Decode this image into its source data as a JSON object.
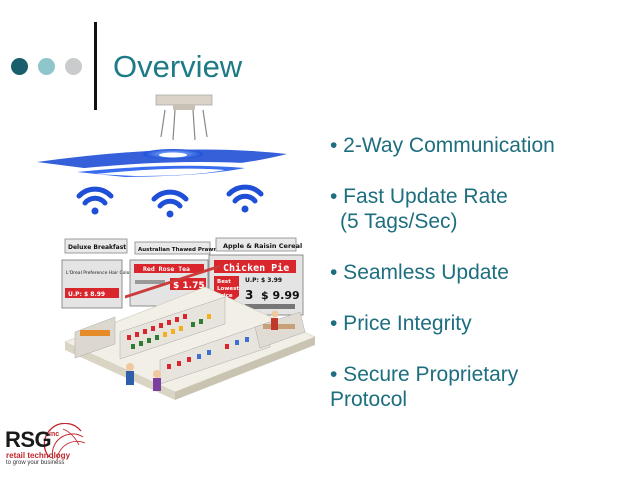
{
  "slide": {
    "title": "Overview",
    "bullets": [
      {
        "line1": "• 2-Way Communication",
        "line2": ""
      },
      {
        "line1": "• Fast Update Rate",
        "line2": "(5 Tags/Sec)"
      },
      {
        "line1": "• Seamless Update",
        "line2": ""
      },
      {
        "line1": "• Price Integrity",
        "line2": ""
      },
      {
        "line1": "• Secure Proprietary",
        "line2": "Protocol"
      }
    ]
  },
  "tags": {
    "tag1_header": "Deluxe Breakfast",
    "tag2_header": "Australian Thawed Prawns",
    "tag3_header": "Apple & Raisin Cereal",
    "tag4_name": "L'Oreal Preference Hair Color",
    "tag4_price": "U.P: $ 8.99",
    "tag5_name": "Red Rose Tea",
    "tag5_price": "$ 1.75",
    "tag6_name": "Chicken Pie",
    "tag6_up": "U.P: $ 3.99",
    "tag6_badge1": "Best",
    "tag6_badge2": "Lowest",
    "tag6_badge3": "Price",
    "tag6_deal": "3",
    "tag6_price": "$ 9.99"
  },
  "logo": {
    "main": "RSG",
    "inc": "inc",
    "sub1": "retail technology",
    "sub2": "to grow your business"
  },
  "colors": {
    "accent": "#1d7a86",
    "dot1": "#1b5e6b",
    "dot2": "#8fc6cc",
    "dot3": "#c9cbcc",
    "wifi": "#1f4fd6",
    "red": "#d8262c"
  }
}
